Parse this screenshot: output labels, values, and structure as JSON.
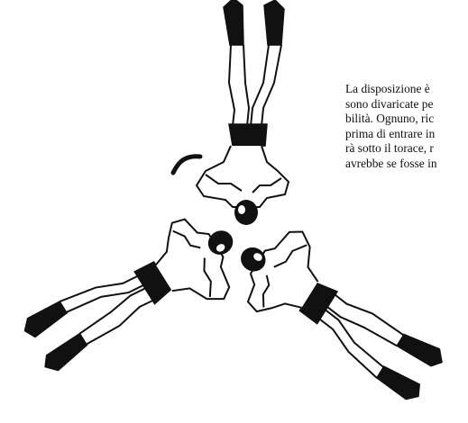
{
  "paragraph_lines": [
    "La disposizione è",
    "sono divaricate pe",
    "bilità. Ognuno, ric",
    "prima di entrare in",
    "rà sotto il torace, r",
    "avrebbe se fosse in"
  ],
  "colors": {
    "ink": "#111111",
    "paper": "#ffffff"
  }
}
